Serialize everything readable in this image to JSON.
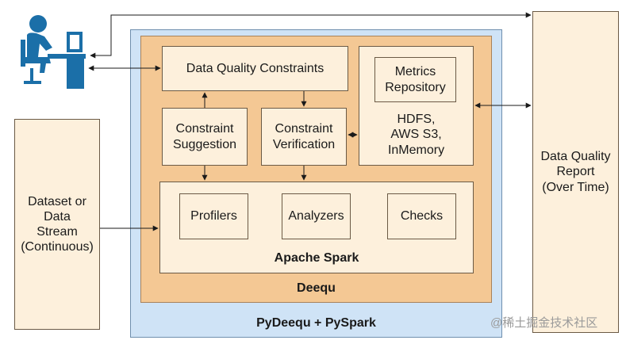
{
  "containers": {
    "pyspark_label": "PyDeequ + PySpark",
    "deequ_label": "Deequ",
    "spark_label": "Apache Spark"
  },
  "nodes": {
    "dataset": "Dataset or\nData\nStream\n(Continuous)",
    "report": "Data Quality\nReport\n(Over Time)",
    "constraints": "Data Quality Constraints",
    "suggestion": "Constraint\nSuggestion",
    "verification": "Constraint\nVerification",
    "metrics_repository": "Metrics\nRepository",
    "storage": "HDFS,\nAWS S3,\nInMemory",
    "profilers": "Profilers",
    "analyzers": "Analyzers",
    "checks": "Checks"
  },
  "user_icon": "user-at-computer-icon",
  "watermark": "@稀土掘金技术社区",
  "colors": {
    "outer_blue": "#cfe3f6",
    "deequ_orange": "#f4c894",
    "box_cream": "#fdf0dc",
    "icon_blue": "#1b6fa8"
  }
}
